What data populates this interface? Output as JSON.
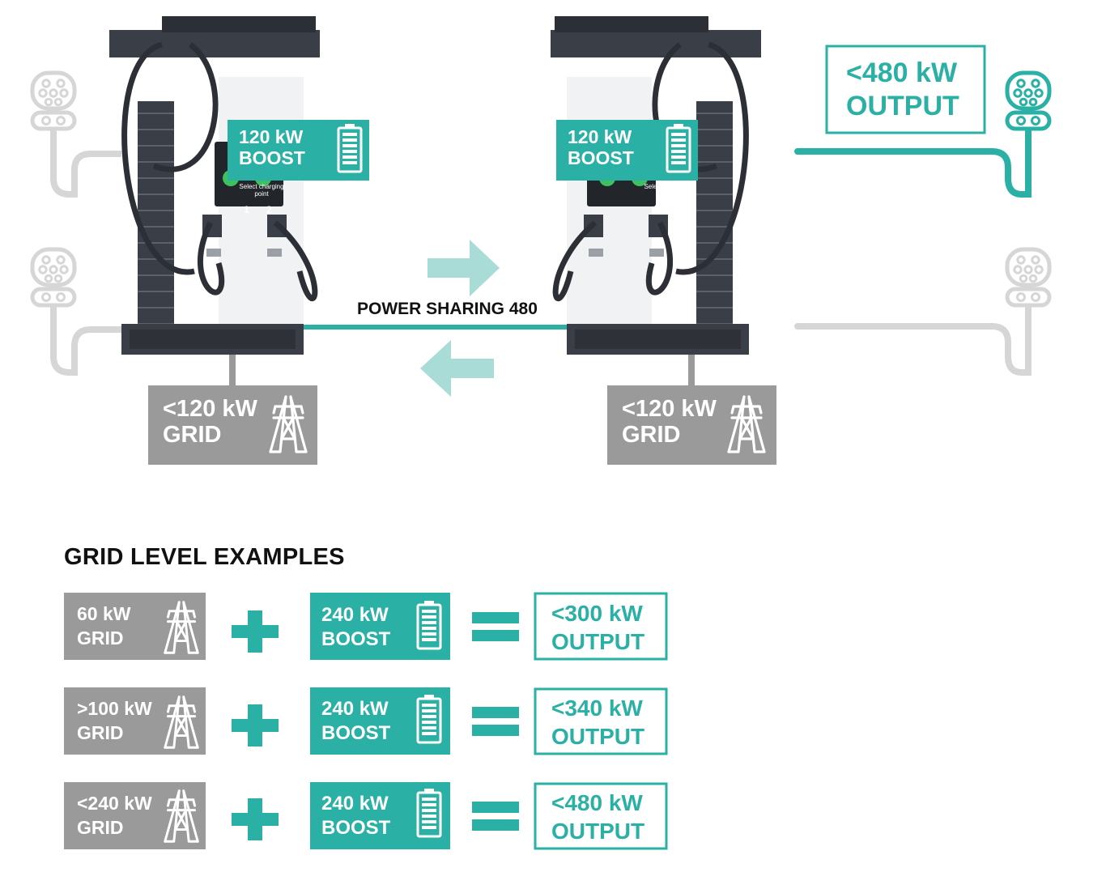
{
  "colors": {
    "teal": "#2ab0a5",
    "gray_tile": "#9a9a9a",
    "light_line": "#d6d6d6",
    "light_arrow": "#a9dcd7",
    "charger_dark": "#3a3f47",
    "text_dark": "#111111"
  },
  "icons": [
    "ccs-connector-icon",
    "battery-icon",
    "power-tower-icon",
    "arrow-right-icon",
    "arrow-left-icon",
    "plus-icon",
    "equals-icon"
  ],
  "top": {
    "left_charger": {
      "boost": {
        "line1": "120 kW",
        "line2": "BOOST"
      },
      "grid": {
        "line1": "<120 kW",
        "line2": "GRID"
      }
    },
    "right_charger": {
      "boost": {
        "line1": "120 kW",
        "line2": "BOOST"
      },
      "grid": {
        "line1": "<120 kW",
        "line2": "GRID"
      }
    },
    "output": {
      "line1": "<480 kW",
      "line2": "OUTPUT"
    },
    "sharing_label": "POWER SHARING 480",
    "screen": {
      "line1": "Select charging",
      "line2": "point",
      "point1": "1",
      "point2": "2"
    }
  },
  "examples": {
    "title": "GRID LEVEL EXAMPLES",
    "rows": [
      {
        "grid": {
          "line1": "60 kW",
          "line2": "GRID"
        },
        "boost": {
          "line1": "240 kW",
          "line2": "BOOST"
        },
        "output": {
          "line1": "<300 kW",
          "line2": "OUTPUT"
        }
      },
      {
        "grid": {
          "line1": ">100 kW",
          "line2": "GRID"
        },
        "boost": {
          "line1": "240 kW",
          "line2": "BOOST"
        },
        "output": {
          "line1": "<340 kW",
          "line2": "OUTPUT"
        }
      },
      {
        "grid": {
          "line1": "<240 kW",
          "line2": "GRID"
        },
        "boost": {
          "line1": "240 kW",
          "line2": "BOOST"
        },
        "output": {
          "line1": "<480 kW",
          "line2": "OUTPUT"
        }
      }
    ]
  }
}
